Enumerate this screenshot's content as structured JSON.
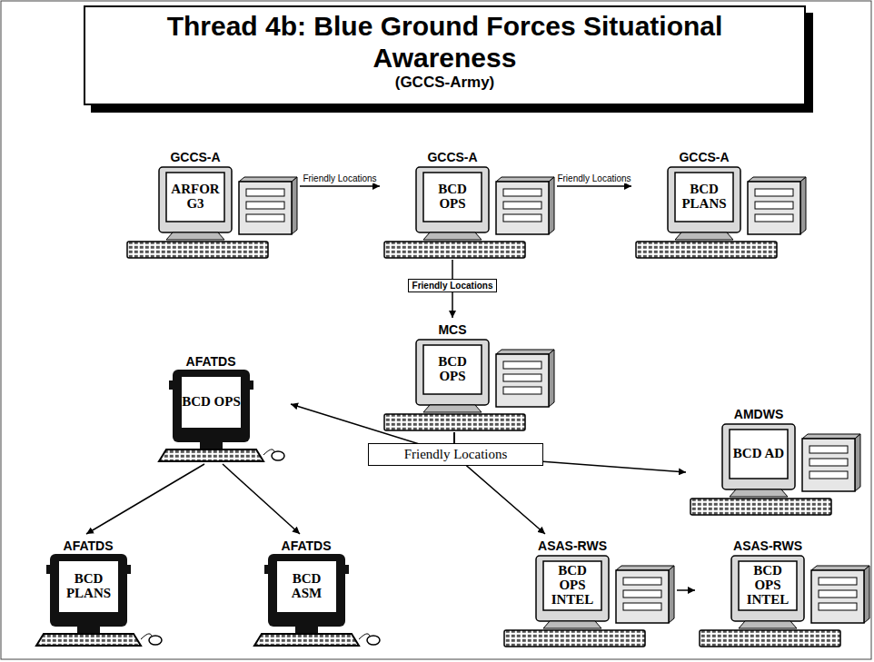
{
  "diagram": {
    "title": "Thread 4b: Blue Ground Forces Situational Awareness",
    "nodes": [
      {
        "text": [
          "GCCS-A",
          "ARFOR G3"
        ]
      },
      {
        "text": [
          "GCCS-A",
          "BCD OPS"
        ]
      },
      {
        "text": [
          "GCCS-A",
          "BCD PLANS"
        ]
      },
      {
        "text": [
          "MCS",
          "BCD OPS"
        ]
      },
      {
        "text": [
          "AFATDS",
          "BCD OPS"
        ]
      },
      {
        "text": [
          "AMDWS",
          "BCD AD"
        ]
      },
      {
        "text": [
          "AFATDS",
          "BCD PLANS"
        ]
      },
      {
        "text": [
          "AFATDS",
          "BCD ASM"
        ]
      },
      {
        "text": [
          "ASAS-RWS",
          "BCD OPS INTEL"
        ]
      },
      {
        "text": [
          "ASAS-RWS",
          "BCD OPS INTEL"
        ]
      }
    ],
    "edges": [
      {
        "from": 0,
        "to": 1,
        "label": "Friendly Locations",
        "arrow": "to"
      },
      {
        "from": 1,
        "to": 2,
        "label": "Friendly Locations",
        "arrow": "to"
      },
      {
        "from": 1,
        "to": 3,
        "label": "Friendly Locations",
        "arrow": "to"
      },
      {
        "from": 3,
        "to": 4,
        "arrow": "to"
      },
      {
        "from": 3,
        "to": 5,
        "arrow": "to"
      },
      {
        "from": 3,
        "to": 8,
        "arrow": "to"
      },
      {
        "from": 4,
        "to": 6,
        "arrow": "to"
      },
      {
        "from": 4,
        "to": 7,
        "arrow": "to"
      },
      {
        "from": 8,
        "to": 9,
        "arrow": "to"
      }
    ],
    "labels": [
      "(GCCS-Army)",
      "Friendly Locations"
    ]
  }
}
